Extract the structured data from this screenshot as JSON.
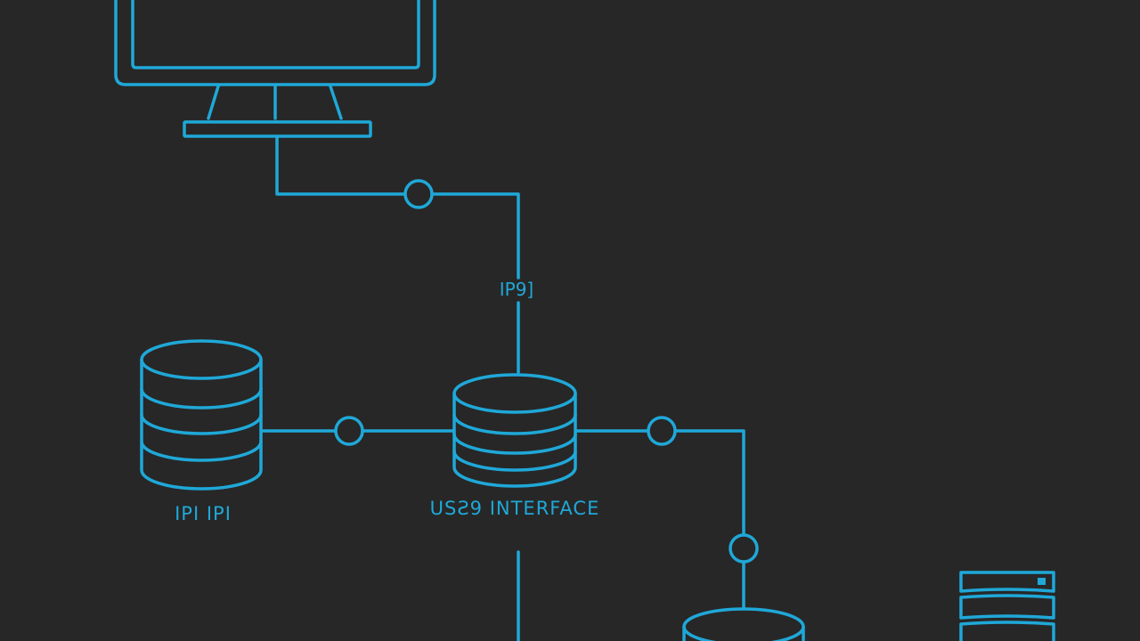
{
  "diagram": {
    "background": "#272727",
    "accent_color": "#1fa8d8",
    "nodes": [
      {
        "id": "monitor",
        "type": "monitor-icon",
        "label": ""
      },
      {
        "id": "left-db",
        "type": "database-icon",
        "label": "IPI IPI"
      },
      {
        "id": "center-db",
        "type": "database-icon",
        "label": "USƧ9 INTERFACE"
      },
      {
        "id": "bottom-db",
        "type": "database-icon",
        "label": ""
      },
      {
        "id": "server",
        "type": "server-icon",
        "label": ""
      }
    ],
    "connector_label": "IP9]",
    "connectors": [
      {
        "from": "monitor",
        "to": "center-db",
        "label": "IP9]"
      },
      {
        "from": "left-db",
        "to": "center-db",
        "label": ""
      },
      {
        "from": "center-db",
        "to": "bottom-db",
        "label": ""
      },
      {
        "from": "center-db",
        "to": "offscreen-bottom",
        "label": ""
      }
    ]
  }
}
